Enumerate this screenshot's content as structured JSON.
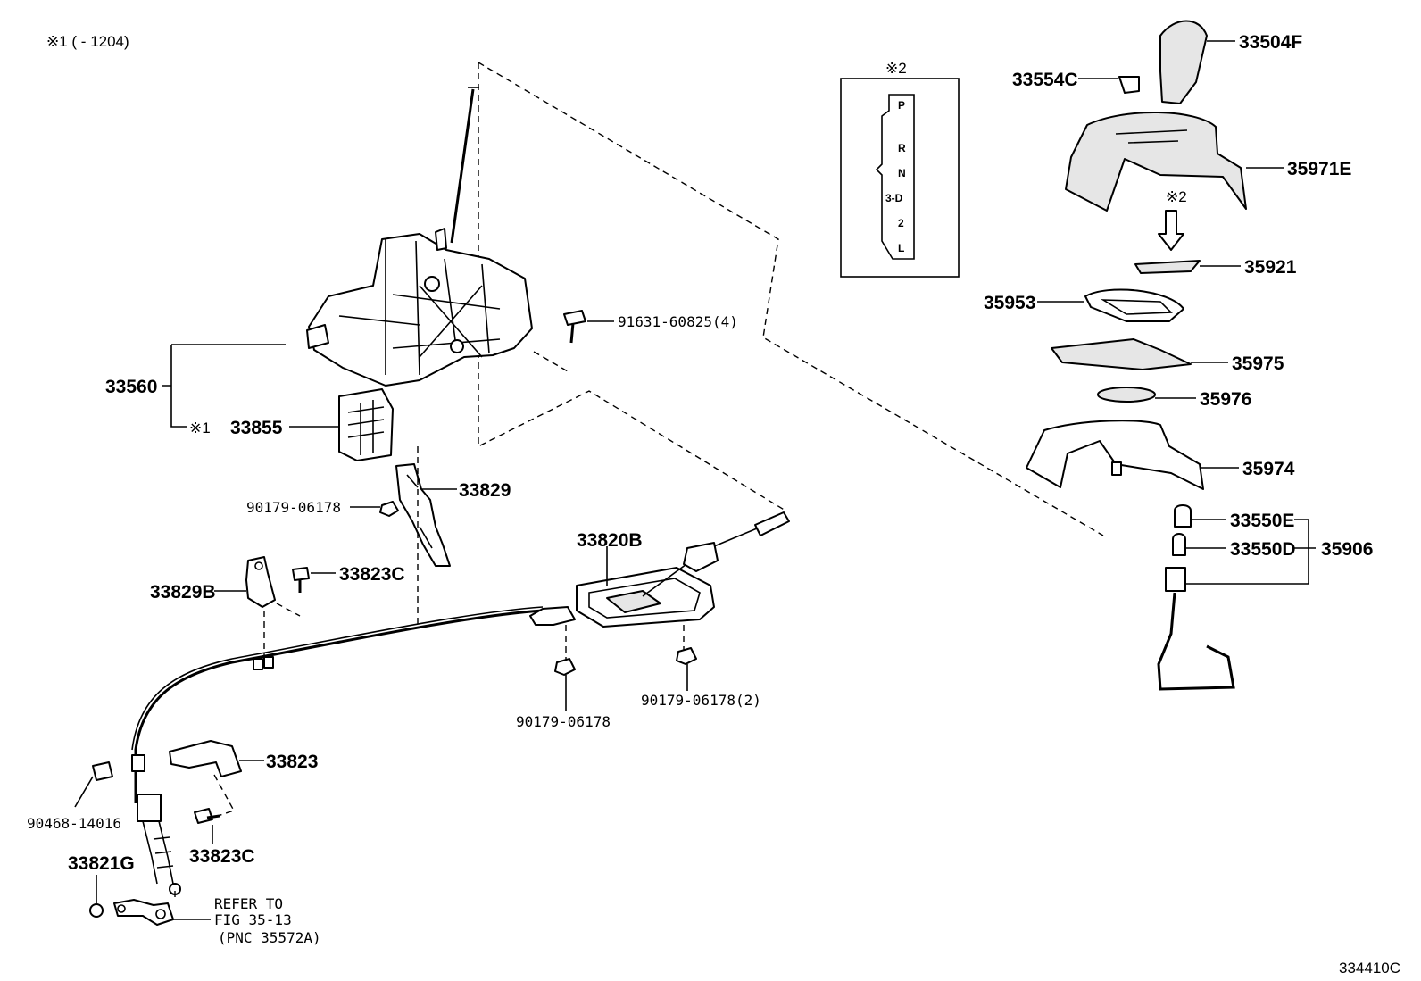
{
  "header": {
    "note": "※1 (       - 1204)"
  },
  "footer": {
    "figure_id": "334410C"
  },
  "gate_box": {
    "title": "※2",
    "positions": [
      "P",
      "R",
      "N",
      "3-D",
      "2",
      "L"
    ]
  },
  "arrow_note": "※2",
  "refer": {
    "line1": "REFER TO",
    "line2": "FIG 35-13",
    "line3": "(PNC 35572A)"
  },
  "labels": {
    "p33504F": "33504F",
    "p33554C": "33554C",
    "p35971E": "35971E",
    "p35921": "35921",
    "p35953": "35953",
    "p35975": "35975",
    "p35976": "35976",
    "p35974": "35974",
    "p33550E": "33550E",
    "p33550D": "33550D",
    "p35906": "35906",
    "p91631": "91631-60825(4)",
    "p33560": "33560",
    "p33855_note": "※1",
    "p33855": "33855",
    "p33829": "33829",
    "p90179a": "90179-06178",
    "p33820B": "33820B",
    "p33823C_a": "33823C",
    "p33829B": "33829B",
    "p90179b": "90179-06178",
    "p90179c": "90179-06178(2)",
    "p33823": "33823",
    "p90468": "90468-14016",
    "p33823C_b": "33823C",
    "p33821G": "33821G"
  }
}
